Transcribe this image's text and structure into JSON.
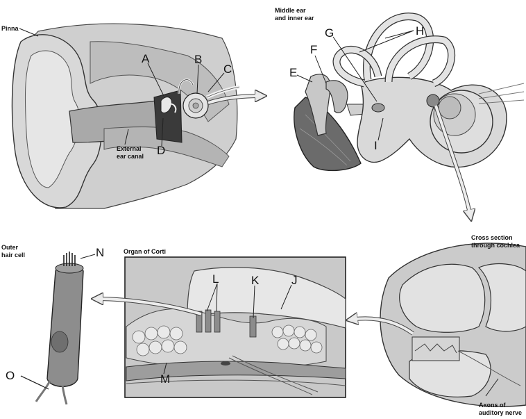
{
  "captions": {
    "pinna": "Pinna",
    "external_canal": "External\near canal",
    "middle_inner": "Middle ear\nand inner ear",
    "cross_section": "Cross section\nthrough cochlea",
    "outer_hair_cell": "Outer\nhair cell",
    "organ_of_corti": "Organ of Corti",
    "axons": "Axons of\nauditory nerve"
  },
  "labels": {
    "A": "A",
    "B": "B",
    "C": "C",
    "D": "D",
    "E": "E",
    "F": "F",
    "G": "G",
    "H": "H",
    "I": "I",
    "J": "J",
    "K": "K",
    "L": "L",
    "M": "M",
    "N": "N",
    "O": "O"
  }
}
